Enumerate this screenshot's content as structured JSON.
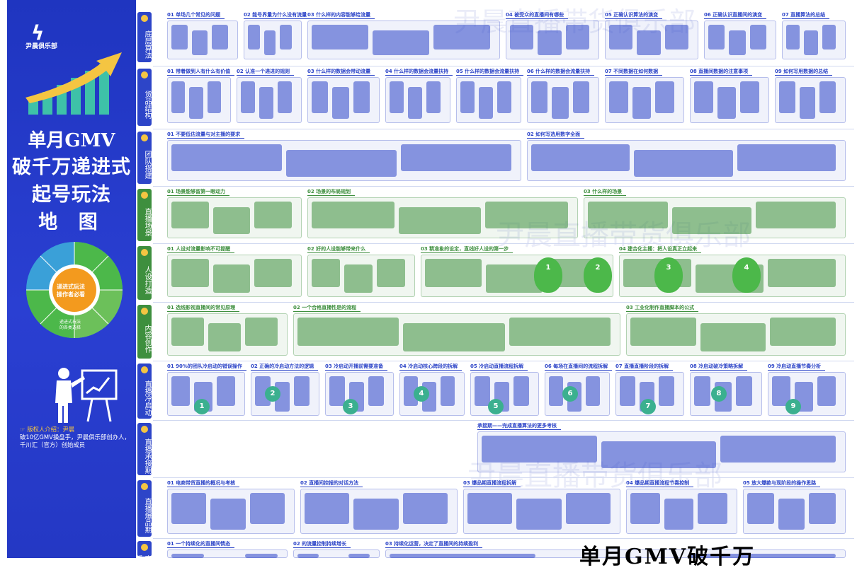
{
  "brand": {
    "name": "尹晨俱乐部"
  },
  "title": {
    "line1": "单月GMV",
    "line2": "破千万递进式",
    "line3": "起号玩法",
    "line4": "地 图"
  },
  "wheel": {
    "center_line1": "递进式玩法",
    "center_line2": "操作者必看",
    "lower_line1": "递进式玩法",
    "lower_line2": "的各类选择"
  },
  "author": {
    "line1": "版权人介绍：尹晨",
    "line2": "破10亿GMV操盘手，尹晨俱乐部创办人，",
    "line3": "千川汇（官方）创始成员"
  },
  "watermarks": [
    "尹晨直播带货俱乐部",
    "尹晨直播带货俱乐部",
    "尹晨直播带货俱乐部"
  ],
  "bottom_title": "单月GMV破千万",
  "rows": [
    {
      "tag": "底层算法",
      "color": "#2d45c8",
      "sections": [
        "01 单场几个常见的问题",
        "02 能号界量为什么没有流量",
        "03 什么样的内容能够给流量",
        "04 被受众的直播间有哪些",
        "05 正确认识算法的演变",
        "06 正确认识直播间的演变",
        "07 直播算法的总结"
      ]
    },
    {
      "tag": "货品结构",
      "color": "#2d45c8",
      "sections": [
        "01 带着做到人有什么有价值",
        "02 认准一个递进的规则",
        "03 什么样的数据会带动流量",
        "04 什么样的数据会流量扶持",
        "05 什么样的数据会流量扶持",
        "06 什么样的数据会流量扶持",
        "07 不同数据在如何数据",
        "08 直播间数据的注意事项",
        "09 如何写用数据的总结"
      ]
    },
    {
      "tag": "团队搭建",
      "color": "#2d45c8",
      "sections": [
        "01 不要低估流量与对主播的要求",
        "02 如何写选用数字全面"
      ]
    },
    {
      "tag": "直播场景",
      "color": "#3e8f3e",
      "sections": [
        "01 场景能够留第一眼动力",
        "02 场景的布局规划",
        "03 什么样的场景"
      ]
    },
    {
      "tag": "人设打造",
      "color": "#3e8f3e",
      "sections": [
        "01 人设对流量影响不可提醒",
        "02 好的人设能够带来什么",
        "03 精准象的设定，直线好人设的第一步",
        "04 建合化主播：把人设真正立起来"
      ]
    },
    {
      "tag": "内容创作",
      "color": "#3e8f3e",
      "sections": [
        "01 选线影视直播间的常见原理",
        "02 一个合格直播性是的流程",
        "03 工业化制作直播脚本的公式"
      ]
    },
    {
      "tag": "直播冷启动",
      "color": "#2d45c8",
      "sections": [
        "01 90%的团队冷启动的错误操作",
        "02 正确的冷启动方法的逻辑",
        "03 冷启动开播前需要准备",
        "04 冷启动核心跨段的拆解",
        "05 冷启动直播流程拆解",
        "06 每场在直播间的流程拆解",
        "07 直播直播阶段的拆解",
        "08 冷启动破冷策略拆解",
        "09 冷启动直播节奏分析"
      ]
    },
    {
      "tag": "直播承接期",
      "color": "#2d45c8",
      "sections": [
        "承接期——完成直播算法的更多考核"
      ]
    },
    {
      "tag": "直播爆品期",
      "color": "#2d45c8",
      "sections": [
        "01 电商带货直播的概况与考核",
        "02 直播间控报的对话方法",
        "03 爆品期直播流程拆解",
        "04 爆品期直播流程节奏控制",
        "05 放大爆款与现阶段的操作思路"
      ]
    },
    {
      "tag": "直播",
      "color": "#2d45c8",
      "sections": [
        "01 一个持续化的直播间情态",
        "02 的流量控制持续增长",
        "03 持续化运营，决定了直播间的持续盈利"
      ]
    }
  ],
  "bars": {
    "values": [
      1,
      2,
      3,
      4,
      5,
      6
    ]
  },
  "cold_start_steps": [
    "1",
    "2",
    "3",
    "4",
    "5",
    "6",
    "7",
    "8",
    "9"
  ],
  "people_steps": [
    "1",
    "2",
    "3",
    "4"
  ],
  "colors": {
    "blue": "#2d45c8",
    "green": "#3e8f3e",
    "yellow": "#f4c542",
    "teal": "#36a88a"
  }
}
